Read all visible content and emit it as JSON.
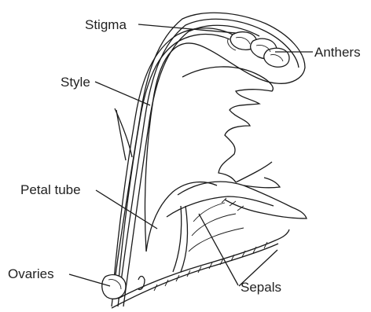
{
  "labels": {
    "stigma": "Stigma",
    "anthers": "Anthers",
    "style": "Style",
    "petal_tube": "Petal tube",
    "ovaries": "Ovaries",
    "sepals": "Sepals"
  },
  "colors": {
    "line": "#1a1a1a",
    "text": "#222222",
    "background": "#ffffff"
  }
}
